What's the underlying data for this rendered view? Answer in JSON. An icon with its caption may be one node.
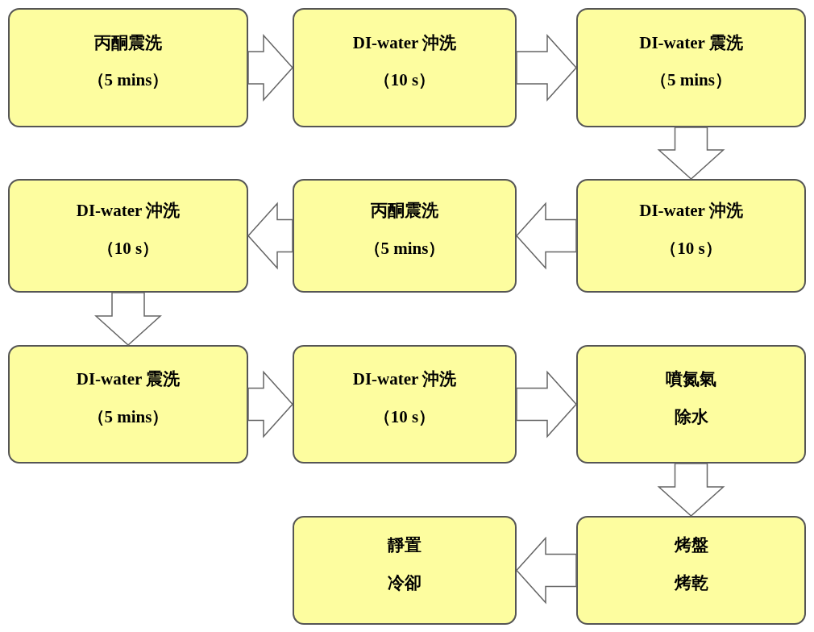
{
  "diagram": {
    "nodes": [
      {
        "text": [
          "丙酮震洗",
          "（5 mins）"
        ]
      },
      {
        "text": [
          "DI-water 沖洗",
          "（10 s）"
        ]
      },
      {
        "text": [
          "DI-water 震洗",
          "（5 mins）"
        ]
      },
      {
        "text": [
          "DI-water 沖洗",
          "（10 s）"
        ]
      },
      {
        "text": [
          "丙酮震洗",
          "（5 mins）"
        ]
      },
      {
        "text": [
          "DI-water 沖洗",
          "（10 s）"
        ]
      },
      {
        "text": [
          "DI-water 震洗",
          "（5 mins）"
        ]
      },
      {
        "text": [
          "DI-water 沖洗",
          "（10 s）"
        ]
      },
      {
        "text": [
          "噴氮氣",
          "除水"
        ]
      },
      {
        "text": [
          "靜置",
          "冷卻"
        ]
      },
      {
        "text": [
          "烤盤",
          "烤乾"
        ]
      }
    ],
    "edges": [
      {
        "from": 0,
        "to": 1,
        "arrow": "to"
      },
      {
        "from": 1,
        "to": 2,
        "arrow": "to"
      },
      {
        "from": 2,
        "to": 5,
        "arrow": "to"
      },
      {
        "from": 5,
        "to": 4,
        "arrow": "to"
      },
      {
        "from": 4,
        "to": 3,
        "arrow": "to"
      },
      {
        "from": 3,
        "to": 6,
        "arrow": "to"
      },
      {
        "from": 6,
        "to": 7,
        "arrow": "to"
      },
      {
        "from": 7,
        "to": 8,
        "arrow": "to"
      },
      {
        "from": 8,
        "to": 10,
        "arrow": "to"
      },
      {
        "from": 10,
        "to": 9,
        "arrow": "to"
      }
    ]
  }
}
